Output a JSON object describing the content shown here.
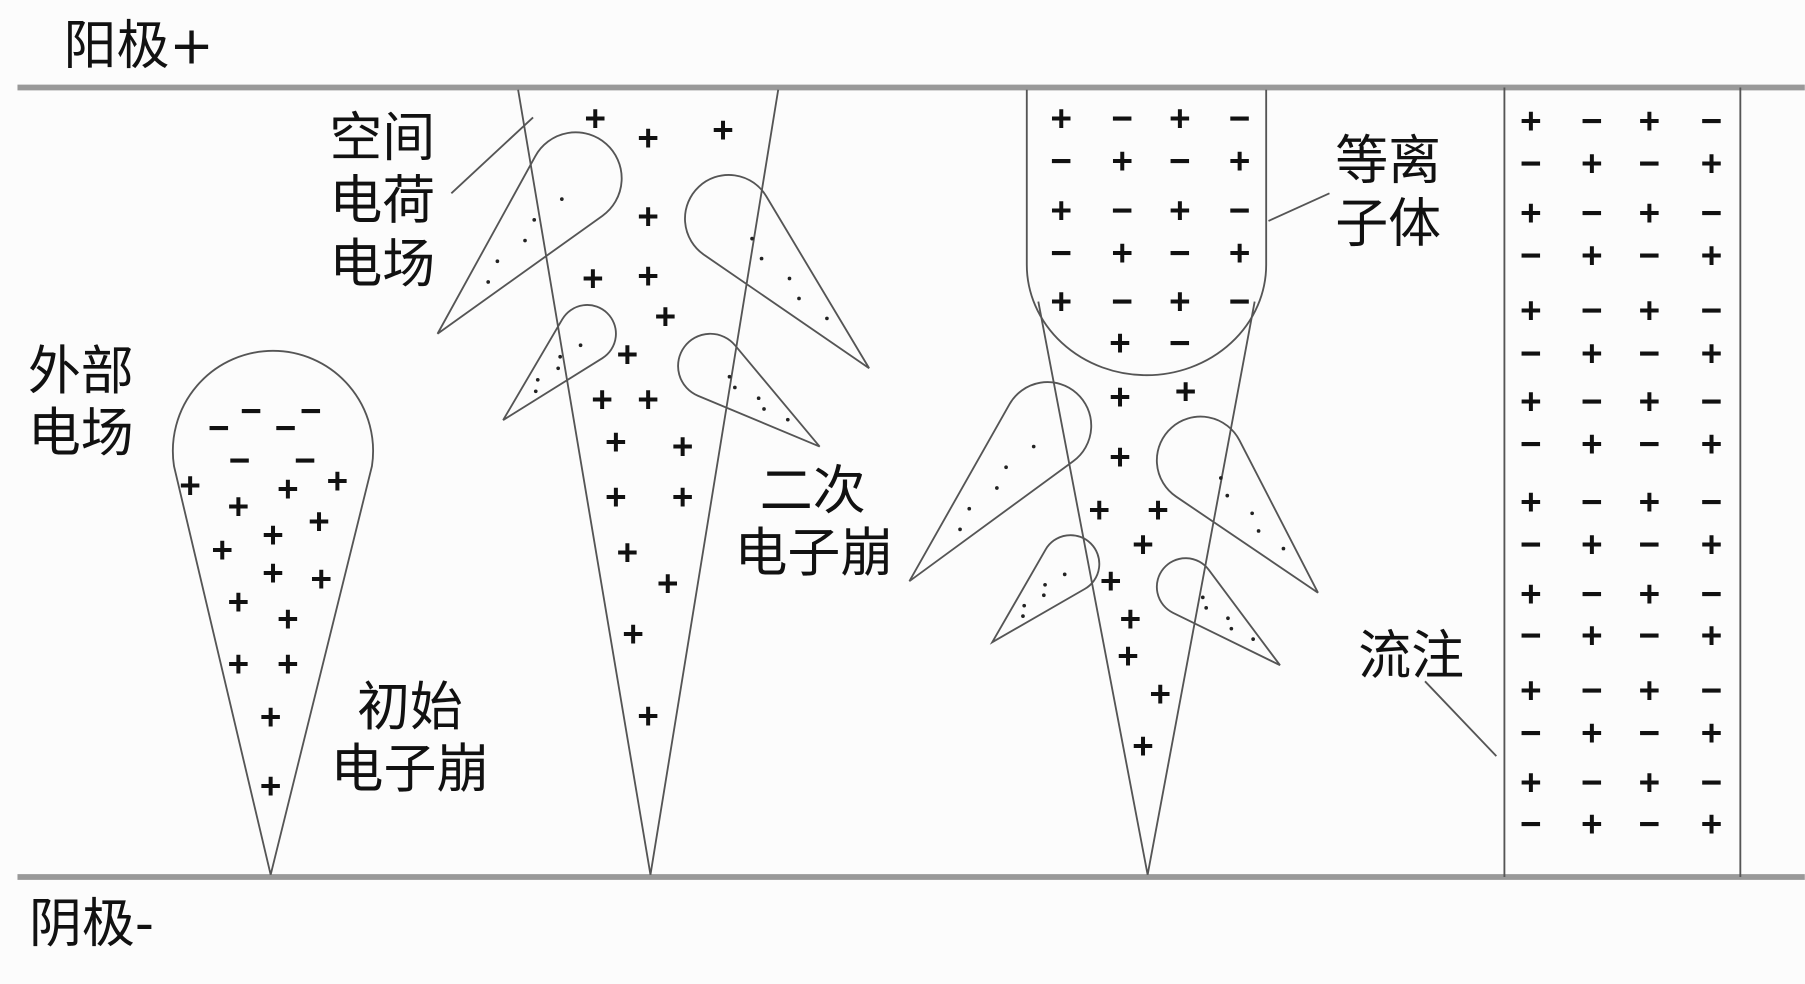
{
  "labels": {
    "anode": "阳极+",
    "cathode": "阴极-",
    "space_charge_field": [
      "空间",
      "电荷",
      "电场"
    ],
    "external_field": [
      "外部",
      "电场"
    ],
    "initial_avalanche": [
      "初始",
      "电子崩"
    ],
    "secondary_avalanche": [
      "二次",
      "电子崩"
    ],
    "plasma": [
      "等离",
      "子体"
    ],
    "streamer": "流注"
  },
  "charge_symbols": {
    "positive": "+",
    "negative": "−"
  },
  "colors": {
    "line": "#555555",
    "plate": "#999999",
    "background": "#fcfcfc"
  }
}
